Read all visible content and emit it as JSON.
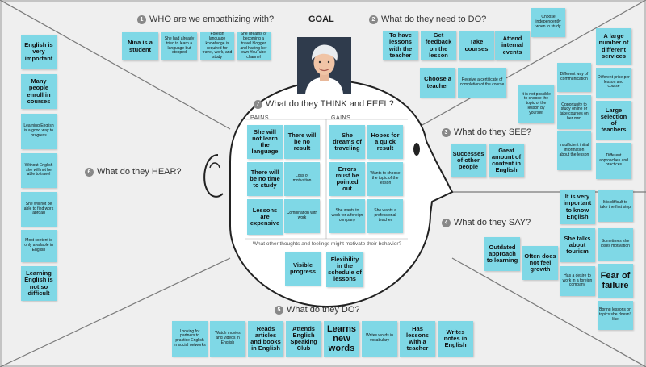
{
  "goal": "GOAL",
  "sections": {
    "who": {
      "num": "1",
      "title": "WHO are we empathizing with?"
    },
    "need": {
      "num": "2",
      "title": "What do they need to DO?"
    },
    "see": {
      "num": "3",
      "title": "What do they SEE?"
    },
    "say": {
      "num": "4",
      "title": "What do they SAY?"
    },
    "do": {
      "num": "5",
      "title": "What do they DO?"
    },
    "hear": {
      "num": "6",
      "title": "What do they HEAR?"
    },
    "think": {
      "num": "7",
      "title": "What do they THINK and FEEL?"
    }
  },
  "think_feel": {
    "pains_label": "PAINS",
    "gains_label": "GAINS",
    "motivation_question": "What other thoughts and feelings might motivate their behavior?"
  },
  "notes": {
    "who": [
      "Nina is a student",
      "She had already tried to learn a language but stopped",
      "Foreign language knowledge is required for travel, work, and study",
      "She dreams of becoming a travel blogger and having her own YouTube channel"
    ],
    "need": [
      "To have lessons with the teacher",
      "Get feedback on the lesson",
      "Take courses",
      "Attend internal events",
      "Choose independently when to study",
      "Choose a teacher",
      "Receive a certificate of completion of the course"
    ],
    "see_right": [
      "A large number of different services",
      "Different price per lesson and course",
      "Large selection of teachers",
      "Different approaches and practices"
    ],
    "see_mid": [
      "Different way of communication",
      "It is not possible to choose the topic of the lesson by yourself",
      "Opportunity to study online or take courses on her own",
      "Insufficient initial information about the lesson"
    ],
    "see_main": [
      "Successes of other people",
      "Great amount of content in English"
    ],
    "say": [
      "It is very important to know English",
      "It is difficult to take the first step",
      "She talks about tourism",
      "Sometimes she loses motivation",
      "Outdated approach to learning",
      "Often does not feel growth",
      "Has a desire to work in a foreign company",
      "Fear of failure",
      "Boring lessons on topics she doesn't like"
    ],
    "hear": [
      "English is very important",
      "Many people enroll in courses",
      "Learning English is a good way to progress",
      "Without English she will not be able to travel",
      "She will not be able to find work abroad",
      "Most content is only available in English",
      "Learning English is not so difficult"
    ],
    "pains": [
      "She will not learn the language",
      "There will be no result",
      "There will be no time to study",
      "Loss of motivation",
      "Lessons are expensive",
      "Combination with work"
    ],
    "gains": [
      "She dreams of traveling",
      "Hopes for a quick result",
      "Errors must be pointed out",
      "Wants to choose the topic of the lesson",
      "She wants to work for a foreign company",
      "She wants a professional teacher"
    ],
    "motivation": [
      "Visible progress",
      "Flexibility in the schedule of lessons"
    ],
    "do": [
      "Looking for partners to practice English in social networks",
      "Watch movies and videos in English",
      "Reads articles and books in English",
      "Attends English Speaking Club",
      "Learns new words",
      "Writes words in vocabulary",
      "Has lessons with a teacher",
      "Writes notes in English"
    ]
  },
  "colors": {
    "sticky": "#7fd8e6",
    "board": "#efefef",
    "line": "#7a7a7a"
  }
}
